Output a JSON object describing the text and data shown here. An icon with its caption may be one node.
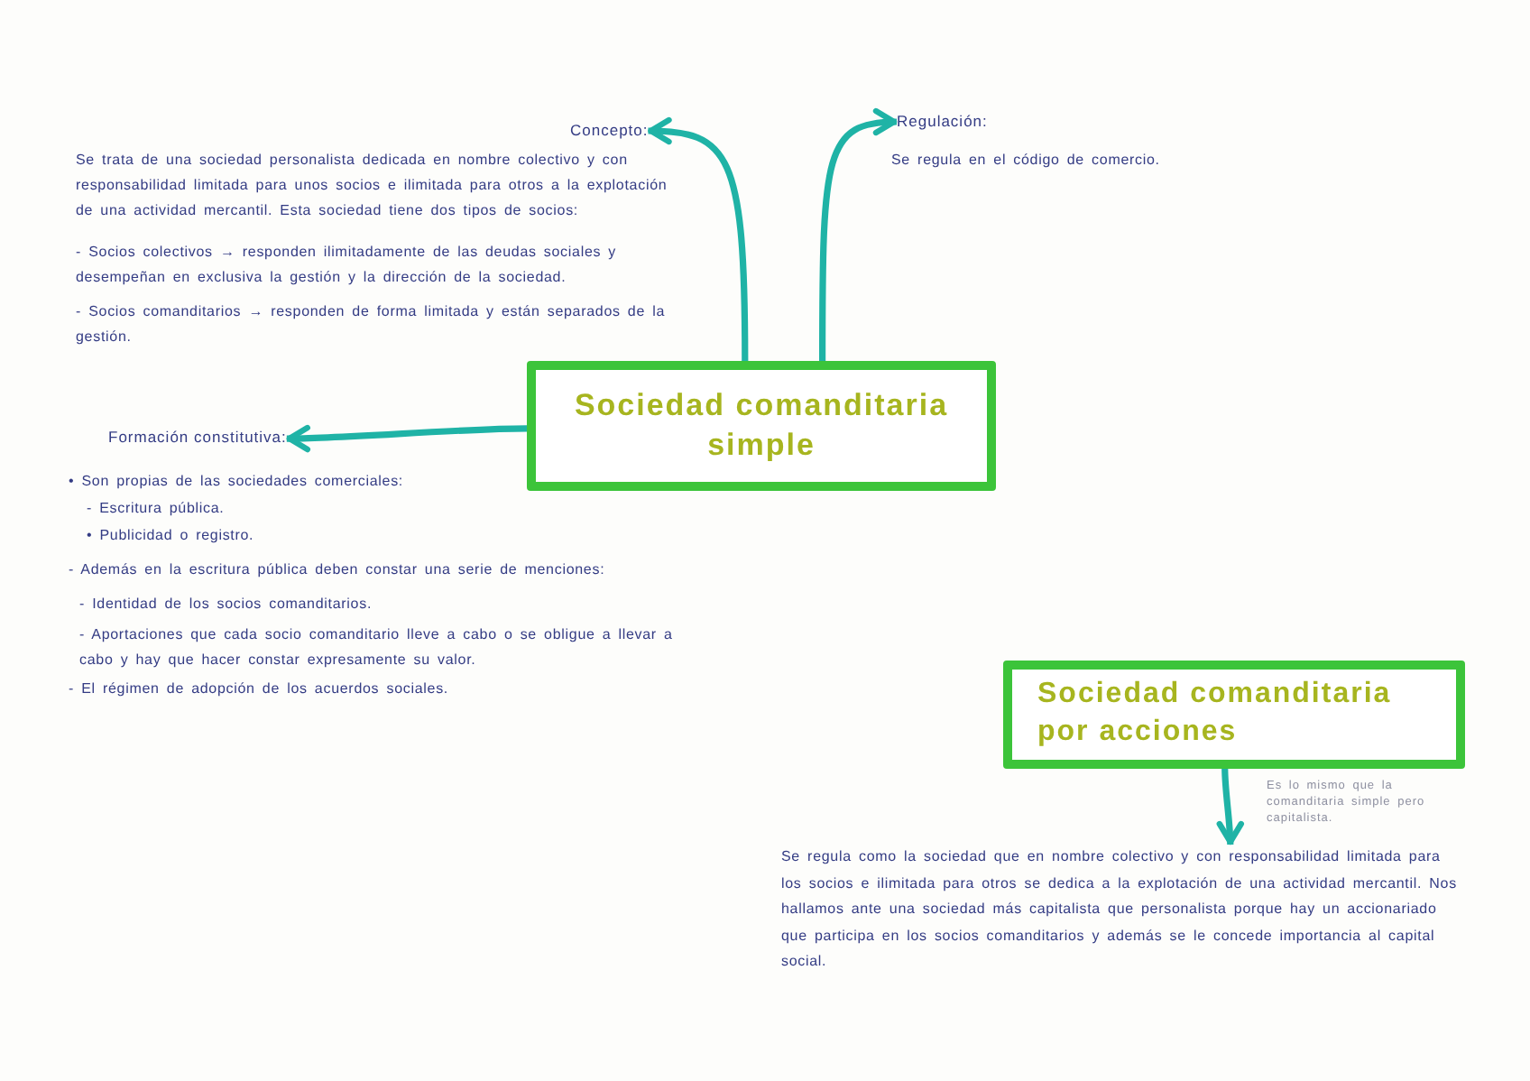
{
  "diagram": {
    "nodes": [
      {
        "text": [
          "Concepto:"
        ],
        "beside": [
          "Se trata de una sociedad personalista dedicada en nombre colectivo y con responsabilidad limitada para unos socios e ilimitada para otros a la explotación de una actividad mercantil. Esta sociedad tiene dos tipos de socios:",
          "- Socios colectivos → responden ilimitadamente de las deudas sociales y desempeñan en exclusiva la gestión y la dirección de la sociedad.",
          "- Socios comanditarios → responden de forma limitada y están separados de la gestión."
        ]
      },
      {
        "text": [
          "Regulación:"
        ],
        "beside": [
          "Se regula en el código de comercio."
        ]
      },
      {
        "text": [
          "Sociedad comanditaria simple"
        ]
      },
      {
        "text": [
          "Formación constitutiva:"
        ],
        "beside": [
          "• Son propias de las sociedades comerciales:",
          "- Escritura pública.",
          "• Publicidad o registro.",
          "- Además en la escritura pública deben constar una serie de menciones:",
          "- Identidad de los socios comanditarios.",
          "- Aportaciones que cada socio comanditario lleve a cabo o se obligue a llevar a cabo y hay que hacer constar expresamente su valor.",
          "- El régimen de adopción de los acuerdos sociales."
        ]
      },
      {
        "text": [
          "Sociedad comanditaria por acciones"
        ],
        "beside": [
          "Es lo mismo que la comanditaria simple pero capitalista."
        ]
      },
      {
        "text": [
          "Se regula como la sociedad que en nombre colectivo y con responsabilidad limitada para los socios e ilimitada para otros se dedica a la explotación de una actividad mercantil. Nos hallamos ante una sociedad más capitalista que personalista porque hay un accionariado que participa en los socios comanditarios y además se le concede importancia al capital social."
        ]
      }
    ],
    "edges": [
      {
        "from": 2,
        "to": 0,
        "arrow": "to"
      },
      {
        "from": 2,
        "to": 1,
        "arrow": "to"
      },
      {
        "from": 2,
        "to": 3,
        "arrow": "to"
      },
      {
        "from": 4,
        "to": 5,
        "arrow": "to"
      }
    ]
  }
}
